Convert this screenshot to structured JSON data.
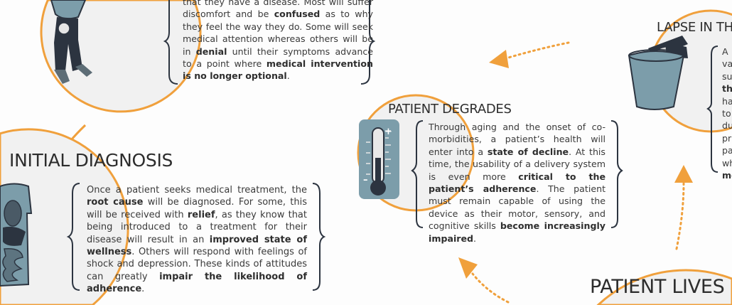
{
  "colors": {
    "accent": "#f0a03c",
    "circle_fill": "#f1f1f1",
    "icon_blue": "#7c9daa",
    "icon_dark": "#2c3440",
    "text": "#3a3a3a"
  },
  "sections": {
    "symptoms": {
      "icon": "person-hunched-icon",
      "paragraph": [
        {
          "t": "that they have a disease. Most will suffer discomfort and be ",
          "b": false
        },
        {
          "t": "confused",
          "b": true
        },
        {
          "t": " as to why they feel the way they do. Some will seek medical attention whereas others will be in ",
          "b": false
        },
        {
          "t": "denial",
          "b": true
        },
        {
          "t": " until their symptoms advance to a point where ",
          "b": false
        },
        {
          "t": "medical intervention is no longer optional",
          "b": true
        },
        {
          "t": ".",
          "b": false
        }
      ]
    },
    "initial_diagnosis": {
      "title": "INITIAL DIAGNOSIS",
      "icon": "torso-anatomy-icon",
      "paragraph": [
        {
          "t": "Once a patient seeks medical treatment, the ",
          "b": false
        },
        {
          "t": "root cause",
          "b": true
        },
        {
          "t": " will be diagnosed. For some, this will be received with ",
          "b": false
        },
        {
          "t": "relief",
          "b": true
        },
        {
          "t": ", as they know that being introduced to a treatment for their disease will result in an ",
          "b": false
        },
        {
          "t": "improved state of wellness",
          "b": true
        },
        {
          "t": ". Others will respond with feelings of shock and depression. These kinds of attitudes can greatly ",
          "b": false
        },
        {
          "t": "impair the likelihood of adherence",
          "b": true
        },
        {
          "t": ".",
          "b": false
        }
      ]
    },
    "patient_degrades": {
      "title": "PATIENT DEGRADES",
      "icon": "thermometer-icon",
      "paragraph": [
        {
          "t": "Through aging and the onset of co-morbidities, a patient’s health will enter into a ",
          "b": false
        },
        {
          "t": "state of decline",
          "b": true
        },
        {
          "t": ". At this time, the usability of a delivery system is even more ",
          "b": false
        },
        {
          "t": "critical to the patient’s adherence",
          "b": true
        },
        {
          "t": ". The patient must remain capable of using the device as their motor, sensory, and cognitive skills ",
          "b": false
        },
        {
          "t": "become increasingly impaired",
          "b": true
        },
        {
          "t": ".",
          "b": false
        }
      ]
    },
    "lapse": {
      "title": "LAPSE IN TH",
      "icon": "trash-can-pills-icon",
      "lines": [
        {
          "t": "A",
          "b": false
        },
        {
          "t": "va",
          "b": false
        },
        {
          "t": "su",
          "b": false
        },
        {
          "t": "th",
          "b": true
        },
        {
          "t": "ha",
          "b": false
        },
        {
          "t": "to",
          "b": false
        },
        {
          "t": "du",
          "b": false
        },
        {
          "t": "pr",
          "b": false
        },
        {
          "t": "pa",
          "b": false
        },
        {
          "t": "wh",
          "b": false
        },
        {
          "t": "mo",
          "b": true
        }
      ]
    },
    "patient_lives": {
      "title": "PATIENT LIVES B"
    }
  }
}
